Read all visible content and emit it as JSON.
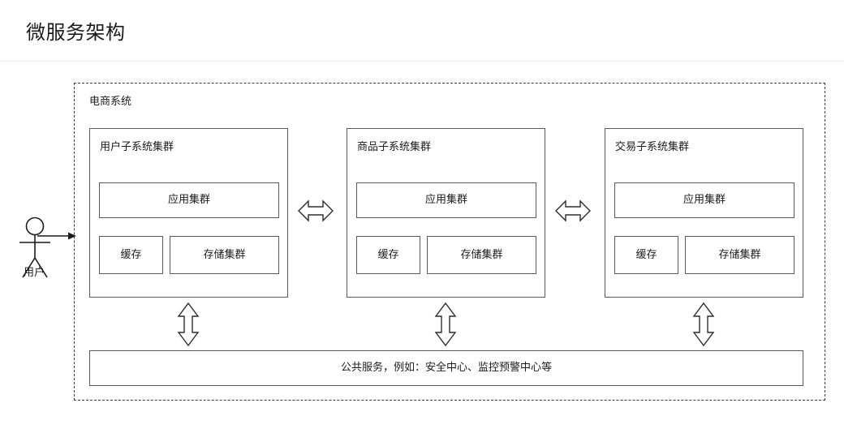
{
  "header": {
    "title": "微服务架构",
    "divider_color": "#e8e8ec"
  },
  "diagram": {
    "type": "architecture-diagram",
    "system": {
      "label": "电商系统",
      "border_style": "dashed",
      "border_color": "#3a3a3a"
    },
    "actor": {
      "label": "用户",
      "icon": "stick-figure-actor-icon",
      "connector": "arrow-right-into-system"
    },
    "clusters": [
      {
        "title": "用户子系统集群",
        "components": [
          {
            "label": "应用集群",
            "role": "application-cluster"
          },
          {
            "label": "缓存",
            "role": "cache"
          },
          {
            "label": "存储集群",
            "role": "storage-cluster"
          }
        ]
      },
      {
        "title": "商品子系统集群",
        "components": [
          {
            "label": "应用集群",
            "role": "application-cluster"
          },
          {
            "label": "缓存",
            "role": "cache"
          },
          {
            "label": "存储集群",
            "role": "storage-cluster"
          }
        ]
      },
      {
        "title": "交易子系统集群",
        "components": [
          {
            "label": "应用集群",
            "role": "application-cluster"
          },
          {
            "label": "缓存",
            "role": "cache"
          },
          {
            "label": "存储集群",
            "role": "storage-cluster"
          }
        ]
      }
    ],
    "horizontal_connectors": [
      {
        "icon": "double-headed-arrow-horizontal-icon",
        "from": "用户子系统集群",
        "to": "商品子系统集群"
      },
      {
        "icon": "double-headed-arrow-horizontal-icon",
        "from": "商品子系统集群",
        "to": "交易子系统集群"
      }
    ],
    "vertical_connectors": [
      {
        "icon": "double-headed-arrow-vertical-icon",
        "from": "用户子系统集群",
        "to": "公共服务"
      },
      {
        "icon": "double-headed-arrow-vertical-icon",
        "from": "商品子系统集群",
        "to": "公共服务"
      },
      {
        "icon": "double-headed-arrow-vertical-icon",
        "from": "交易子系统集群",
        "to": "公共服务"
      }
    ],
    "public_services": {
      "label": "公共服务，例如：安全中心、监控预警中心等"
    }
  }
}
